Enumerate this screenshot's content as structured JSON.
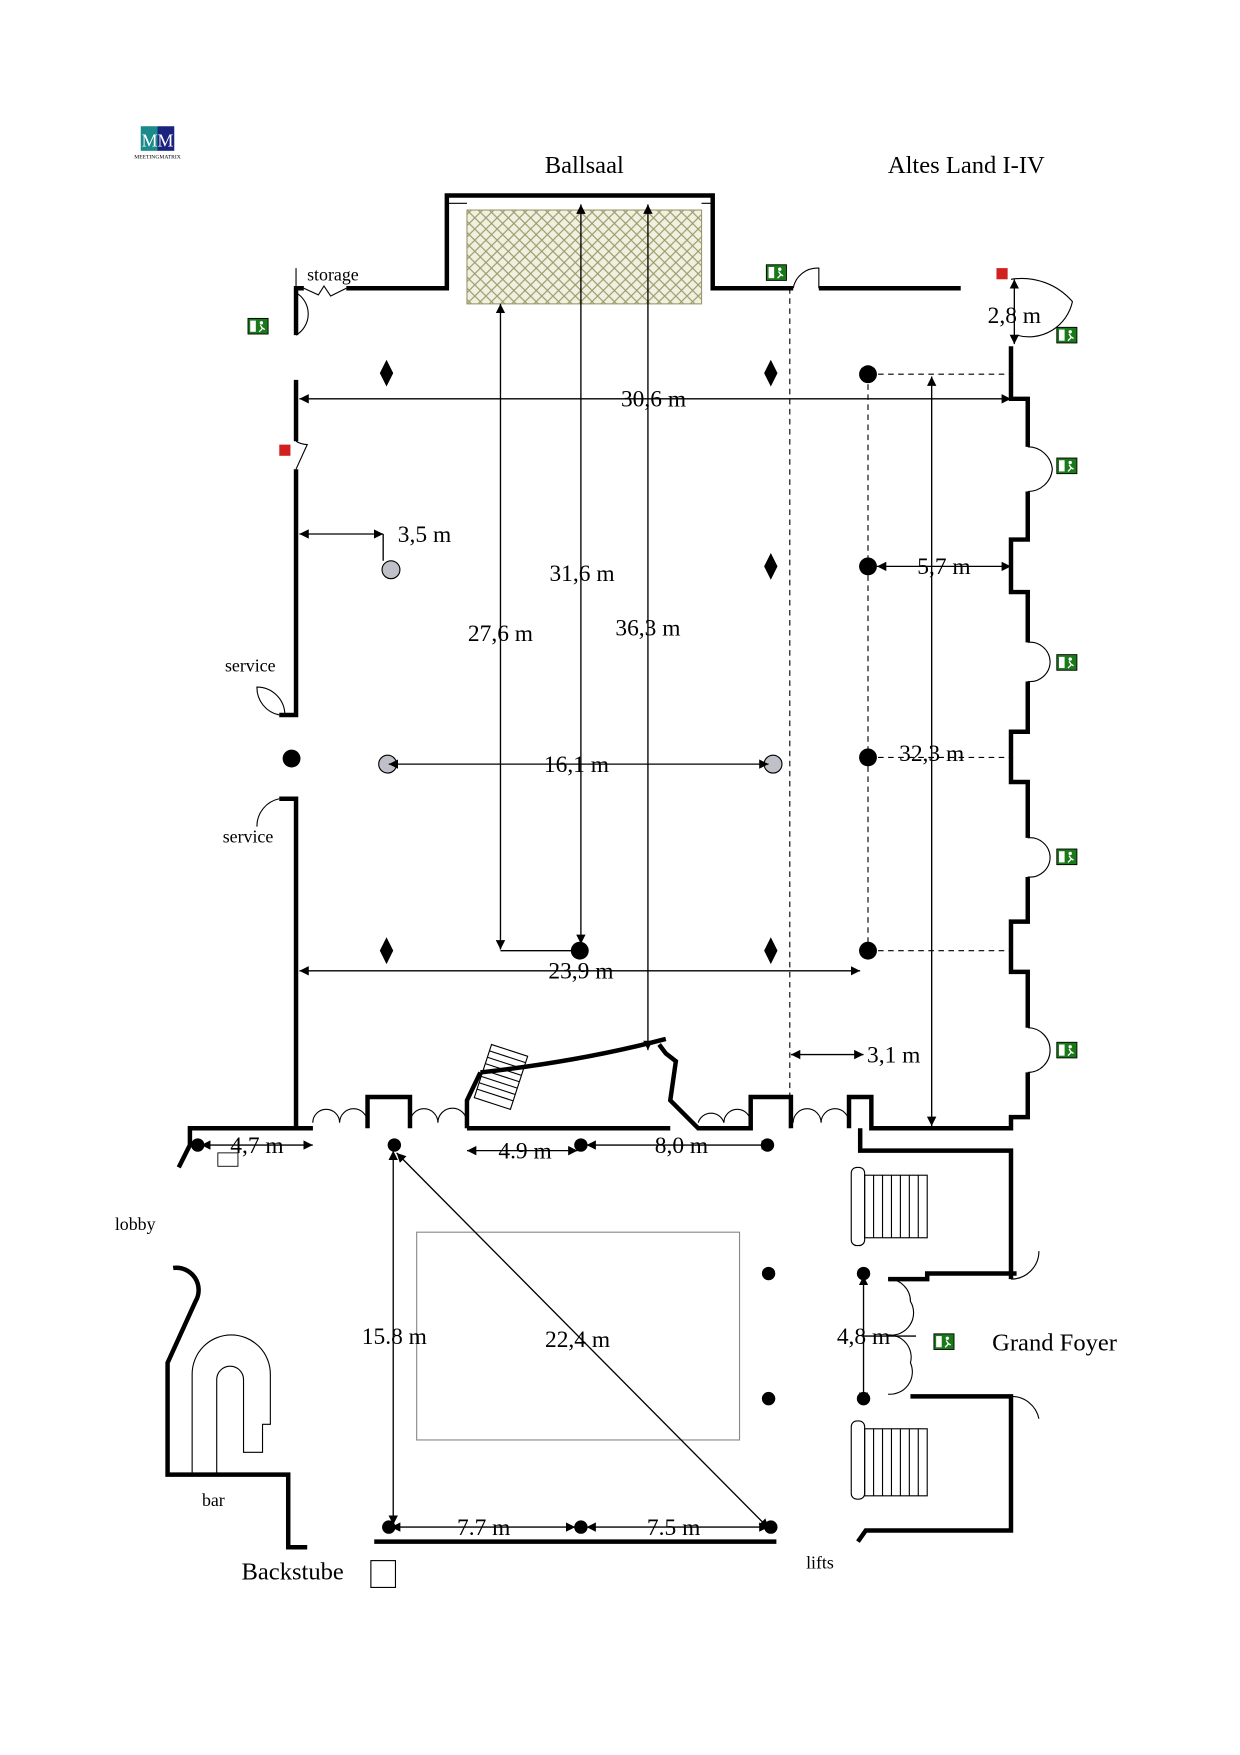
{
  "logo": {
    "mark": "MM",
    "name": "MEETINGMATRIX"
  },
  "rooms": {
    "ballsaal": "Ballsaal",
    "altes_land": "Altes Land I-IV",
    "storage": "storage",
    "service_top": "service",
    "service_bottom": "service",
    "lobby": "lobby",
    "bar": "bar",
    "backstube": "Backstube",
    "lifts": "lifts",
    "grand_foyer": "Grand Foyer"
  },
  "dimensions": {
    "width_top": "30,6 m",
    "wall_offset": "3,5 m",
    "length_center": "31,6 m",
    "length_stage": "27,6 m",
    "length_diag": "36,3 m",
    "column_span": "16,1 m",
    "width_bottom": "23,9 m",
    "side_bay": "5,7 m",
    "side_length": "32,3 m",
    "door_width": "2,8 m",
    "partition_gap": "3,1 m",
    "lobby_a": "4,7 m",
    "lobby_b": "4.9 m",
    "lobby_c": "8,0 m",
    "foyer_depth": "15.8 m",
    "foyer_diag": "22,4 m",
    "foyer_a": "7.7 m",
    "foyer_b": "7.5 m",
    "foyer_door": "4,8 m"
  },
  "colors": {
    "exit_sign": "#1a7a1a",
    "logo_teal": "#1a8a8a",
    "logo_blue": "#1a237e",
    "stage_hatch": "#9a9a6a"
  }
}
